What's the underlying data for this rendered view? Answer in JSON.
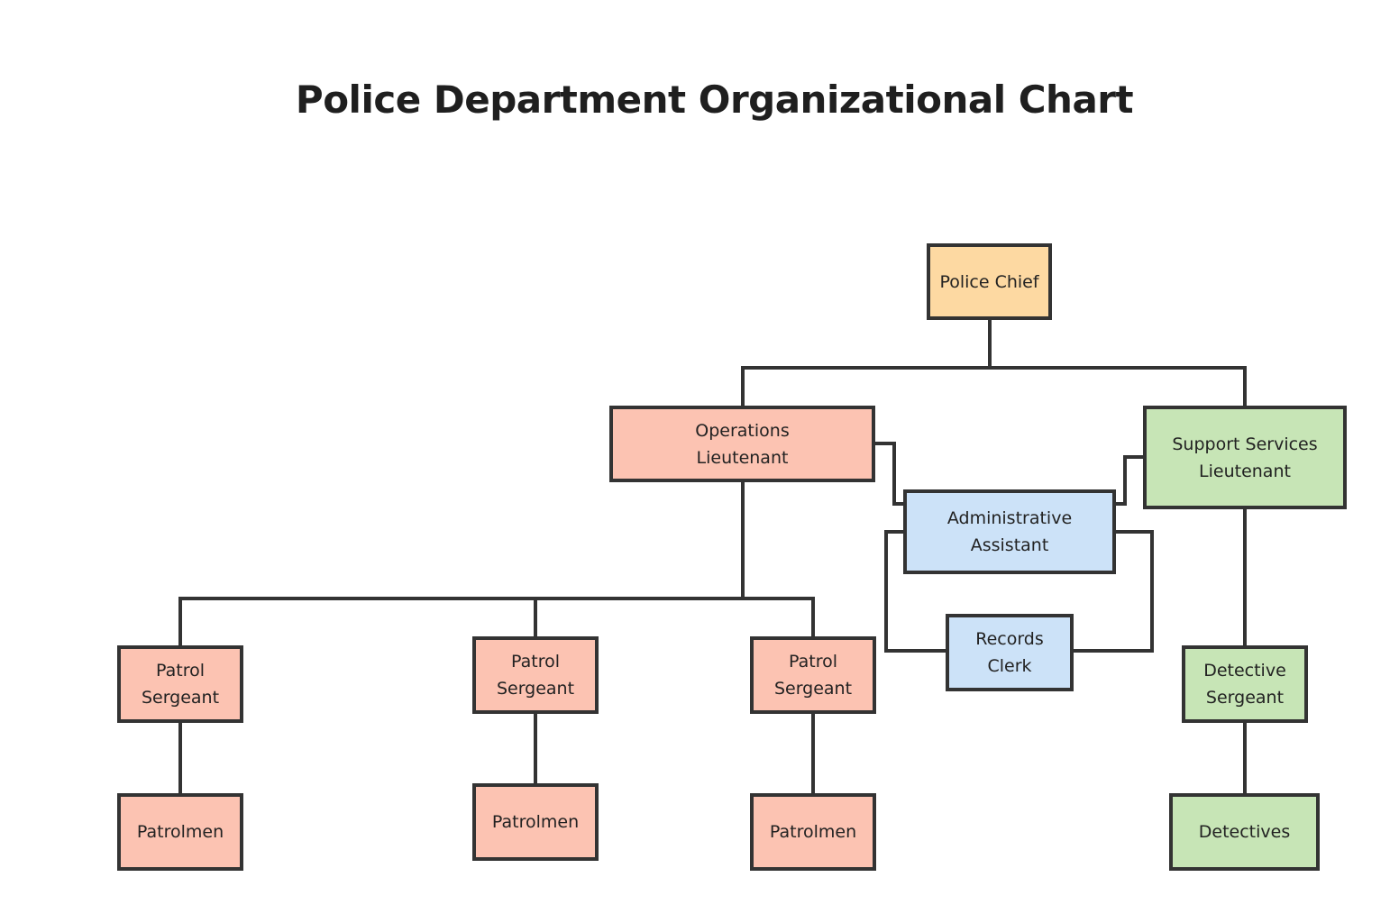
{
  "title": "Police Department Organizational Chart",
  "colors": {
    "chief": "#fdd9a2",
    "operations": "#fcc3b2",
    "administration": "#cce2f8",
    "support": "#c7e5b6",
    "line": "#333333"
  },
  "nodes": {
    "police_chief": "Police Chief",
    "operations_lieutenant": "Operations\nLieutenant",
    "support_services_lieutenant": "Support Services\nLieutenant",
    "administrative_assistant": "Administrative\nAssistant",
    "records_clerk": "Records\nClerk",
    "patrol_sergeant_1": "Patrol\nSergeant",
    "patrol_sergeant_2": "Patrol\nSergeant",
    "patrol_sergeant_3": "Patrol\nSergeant",
    "detective_sergeant": "Detective\nSergeant",
    "patrolmen_1": "Patrolmen",
    "patrolmen_2": "Patrolmen",
    "patrolmen_3": "Patrolmen",
    "detectives": "Detectives"
  },
  "hierarchy": [
    {
      "from": "police_chief",
      "to": "operations_lieutenant"
    },
    {
      "from": "police_chief",
      "to": "support_services_lieutenant"
    },
    {
      "from": "operations_lieutenant",
      "to": "administrative_assistant"
    },
    {
      "from": "support_services_lieutenant",
      "to": "administrative_assistant"
    },
    {
      "from": "administrative_assistant",
      "to": "records_clerk"
    },
    {
      "from": "operations_lieutenant",
      "to": "patrol_sergeant_1"
    },
    {
      "from": "operations_lieutenant",
      "to": "patrol_sergeant_2"
    },
    {
      "from": "operations_lieutenant",
      "to": "patrol_sergeant_3"
    },
    {
      "from": "patrol_sergeant_1",
      "to": "patrolmen_1"
    },
    {
      "from": "patrol_sergeant_2",
      "to": "patrolmen_2"
    },
    {
      "from": "patrol_sergeant_3",
      "to": "patrolmen_3"
    },
    {
      "from": "support_services_lieutenant",
      "to": "detective_sergeant"
    },
    {
      "from": "detective_sergeant",
      "to": "detectives"
    }
  ]
}
